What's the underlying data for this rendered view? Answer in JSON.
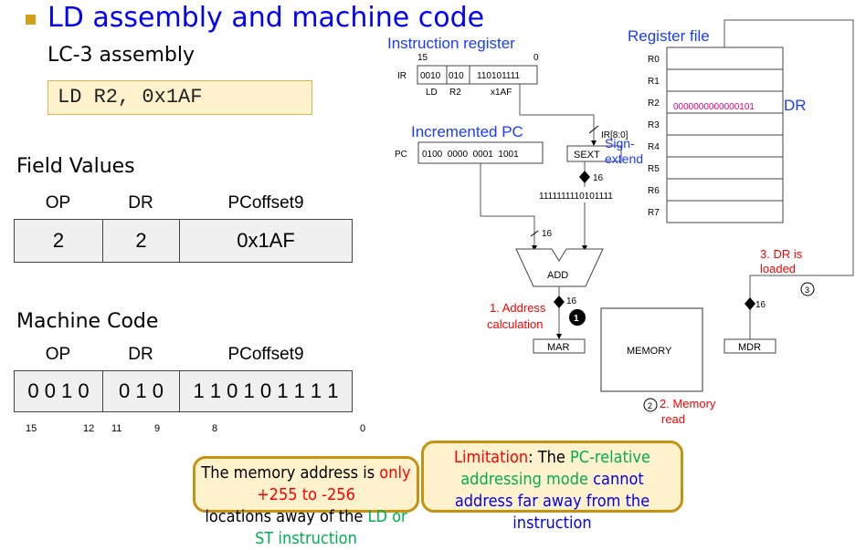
{
  "slide": {
    "title": "LD assembly and machine code",
    "subtitle": "LC-3 assembly",
    "assembly_code": "LD R2, 0x1AF",
    "accent_colors": {
      "title": "#0000FF",
      "bullet": "#D4A017",
      "note_bg": "#FFF2CC",
      "note_border": "#C69214",
      "red": "#FF0000",
      "green": "#00B050",
      "register_value": "#E6007E"
    }
  },
  "field_values": {
    "heading": "Field Values",
    "headers": [
      "OP",
      "DR",
      "PCoffset9"
    ],
    "values": [
      "2",
      "2",
      "0x1AF"
    ]
  },
  "machine_code": {
    "heading": "Machine Code",
    "headers": [
      "OP",
      "DR",
      "PCoffset9"
    ],
    "values": [
      "0 0 1 0",
      "0 1 0",
      "1 1 0 1 0 1 1 1 1"
    ],
    "bit_labels": [
      "15",
      "12",
      "11",
      "9",
      "8",
      "0"
    ]
  },
  "diagram": {
    "ir": {
      "title": "Instruction register",
      "label": "IR",
      "bit_high": "15",
      "bit_low": "0",
      "fields": [
        "0010",
        "010",
        "110101111"
      ],
      "field_names": [
        "LD",
        "R2",
        "x1AF"
      ]
    },
    "pc": {
      "title": "Incremented PC",
      "label": "PC",
      "value": "0100  0000  0001  1001"
    },
    "sext": {
      "label": "SEXT",
      "input_label": "IR[8:0]",
      "annotation_line1": "Sign-",
      "annotation_line2": "extend",
      "width_label": "16",
      "output_value": "1111111110101111"
    },
    "adder": {
      "label": "ADD",
      "input_width": "16",
      "output_width": "16"
    },
    "register_file": {
      "title": "Register file",
      "registers": [
        "R0",
        "R1",
        "R2",
        "R3",
        "R4",
        "R5",
        "R6",
        "R7"
      ],
      "r2_value": "0000000000000101",
      "dr_label": "DR"
    },
    "mar": {
      "label": "MAR"
    },
    "memory": {
      "label": "MEMORY"
    },
    "mdr": {
      "label": "MDR",
      "width": "16"
    },
    "steps": [
      {
        "marker": "1",
        "line1": "1. Address",
        "line2": "calculation"
      },
      {
        "marker": "2",
        "line1": "2. Memory",
        "line2": "read"
      },
      {
        "marker": "3",
        "line1": "3. DR is",
        "line2": "loaded"
      }
    ]
  },
  "notes": {
    "left": {
      "part1": "The memory address is ",
      "part2_red": "only +255 to -256",
      "part3": "locations away of the ",
      "part4_green": "LD or ST instruction"
    },
    "right": {
      "part1_red": "Limitation",
      "part2": ": The ",
      "part3_green": "PC-relative addressing mode",
      "part4_blue": "cannot address far away from the instruction"
    }
  }
}
